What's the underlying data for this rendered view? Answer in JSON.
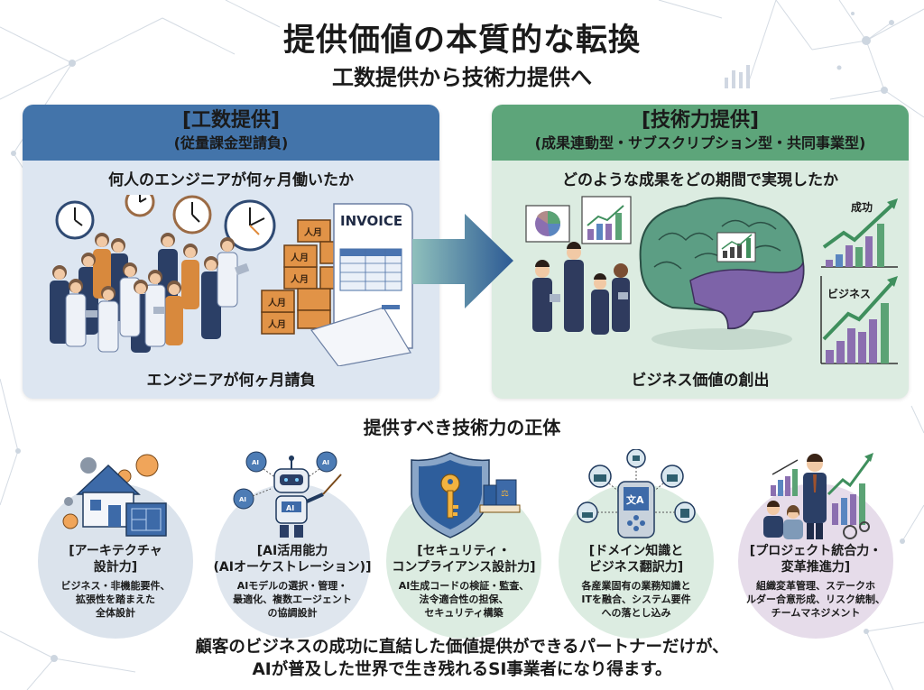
{
  "header": {
    "title": "提供価値の本質的な転換",
    "subtitle": "工数提供から技術力提供へ"
  },
  "left_panel": {
    "title": "[工数提供]",
    "subtitle": "(従量課金型請負)",
    "question": "何人のエンジニアが何ヶ月働いたか",
    "caption": "エンジニアが何ヶ月請負",
    "invoice_label": "INVOICE",
    "box_label": "人月",
    "color": "#4374aa"
  },
  "right_panel": {
    "title": "[技術力提供]",
    "subtitle": "(成果連動型・サブスクリプション型・共同事業型)",
    "question": "どのような成果をどの期間で実現したか",
    "caption": "ビジネス価値の創出",
    "chart_label_success": "成功",
    "chart_label_business": "ビジネス",
    "color": "#5da57a"
  },
  "transition_arrow": {
    "gradient_start": "#8fc0bc",
    "gradient_end": "#2c5a94"
  },
  "skills_section": {
    "title": "提供すべき技術力の正体",
    "items": [
      {
        "title_lines": [
          "[アーキテクチャ",
          "設計力]"
        ],
        "desc_lines": [
          "ビジネス・非機能要件、",
          "拡張性を踏まえた",
          "全体設計"
        ],
        "icon": "house-blueprint-gears-icon",
        "circle_color": "#dbe3ec"
      },
      {
        "title_lines": [
          "[AI活用能力",
          "(AIオーケストレーション)]"
        ],
        "desc_lines": [
          "AIモデルの選択・管理・",
          "最適化、複数エージェント",
          "の協調設計"
        ],
        "icon": "robot-ai-brains-icon",
        "badge": "AI",
        "circle_color": "#dfe6ee"
      },
      {
        "title_lines": [
          "[セキュリティ・",
          "コンプライアンス設計力]"
        ],
        "desc_lines": [
          "AI生成コードの検証・監査、",
          "法令適合性の担保、",
          "セキュリティ構築"
        ],
        "icon": "shield-key-law-books-icon",
        "circle_color": "#dcece1"
      },
      {
        "title_lines": [
          "[ドメイン知識と",
          "ビジネス翻訳力]"
        ],
        "desc_lines": [
          "各産業固有の業務知識と",
          "ITを融合、システム要件",
          "への落とし込み"
        ],
        "icon": "translator-device-industries-icon",
        "badge": "文A",
        "circle_color": "#dcece1"
      },
      {
        "title_lines": [
          "[プロジェクト統合力・",
          "変革推進力]"
        ],
        "desc_lines": [
          "組織変革管理、ステークホ",
          "ルダー合意形成、リスク統制、",
          "チームマネジメント"
        ],
        "icon": "leader-team-growth-chart-icon",
        "circle_color": "#e6dcea"
      }
    ]
  },
  "conclusion": {
    "line1": "顧客のビジネスの成功に直結した価値提供ができるパートナーだけが、",
    "line2": "AIが普及した世界で生き残れるSI事業者になり得ます。"
  }
}
